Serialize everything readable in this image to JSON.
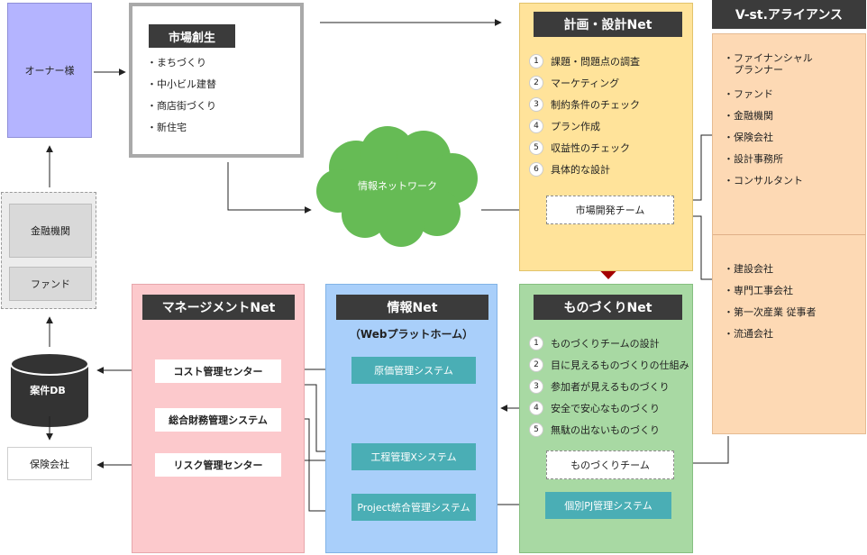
{
  "owner": {
    "label": "オーナー様"
  },
  "market": {
    "title": "市場創生",
    "items": [
      "・まちづくり",
      "・中小ビル建替",
      "・商店街づくり",
      "・新住宅"
    ]
  },
  "finance": {
    "bank": "金融機関",
    "fund": "ファンド"
  },
  "db": {
    "label": "案件DB"
  },
  "insurer": {
    "label": "保険会社"
  },
  "network": {
    "label": "情報ネットワーク"
  },
  "plan": {
    "title": "計画・設計Net",
    "items": [
      {
        "n": "1",
        "text": "課題・問題点の調査"
      },
      {
        "n": "2",
        "text": "マーケティング"
      },
      {
        "n": "3",
        "text": "制約条件のチェック"
      },
      {
        "n": "4",
        "text": "プラン作成"
      },
      {
        "n": "5",
        "text": "収益性のチェック"
      },
      {
        "n": "6",
        "text": "具体的な設計"
      }
    ],
    "team": "市場開発チーム"
  },
  "alliance": {
    "title": "V-st.アライアンス",
    "top": [
      "・ファイナンシャル　プランナー",
      "・ファンド",
      "・金融機関",
      "・保険会社",
      "・設計事務所",
      "・コンサルタント"
    ],
    "bottom": [
      "・建設会社",
      "・専門工事会社",
      "・第一次産業 従事者",
      "・流通会社"
    ]
  },
  "mono": {
    "title": "ものづくりNet",
    "items": [
      {
        "n": "1",
        "text": "ものづくりチームの設計"
      },
      {
        "n": "2",
        "text": "目に見えるものづくりの仕組み"
      },
      {
        "n": "3",
        "text": "参加者が見えるものづくり"
      },
      {
        "n": "4",
        "text": "安全で安心なものづくり"
      },
      {
        "n": "5",
        "text": "無駄の出ないものづくり"
      }
    ],
    "team": "ものづくりチーム",
    "system": "個別PJ管理システム"
  },
  "info": {
    "title": "情報Net",
    "subtitle": "（Webプラットホーム）",
    "sys1": "原価管理システム",
    "sys2": "工程管理Xシステム",
    "sys3": "Project統合管理システム"
  },
  "mgmt": {
    "title": "マネージメントNet",
    "cost": "コスト管理センター",
    "finance": "総合財務管理システム",
    "risk": "リスク管理センター"
  },
  "colors": {
    "owner": "#b4b4ff",
    "plan": "#ffe39a",
    "alliance": "#fdd9b4",
    "mono": "#a8d9a3",
    "info": "#a9cffa",
    "mgmt": "#fcc9cc",
    "teal": "#4aaeb5",
    "cloud": "#66bb55",
    "dark": "#3b3b3b",
    "redArrow": "#a40000"
  }
}
